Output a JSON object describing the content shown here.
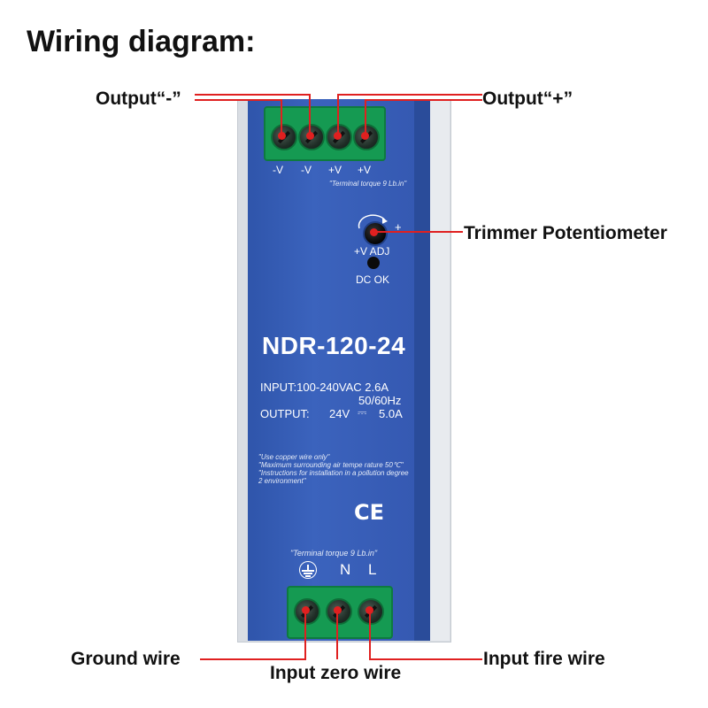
{
  "title": "Wiring diagram:",
  "callouts": {
    "output_minus": "Output“-”",
    "output_plus": "Output“+”",
    "trimmer": "Trimmer Potentiometer",
    "ground": "Ground wire",
    "input_zero": "Input zero wire",
    "input_fire": "Input fire wire"
  },
  "device": {
    "top_terminals": [
      "-V",
      "-V",
      "+V",
      "+V"
    ],
    "top_torque": "\"Terminal torque 9 Lb.in\"",
    "adj_plus": "+",
    "adj_label": "+V ADJ",
    "led_label": "DC OK",
    "model": "NDR-120-24",
    "input_line": "INPUT:100-240VAC  2.6A",
    "freq_line": "50/60Hz",
    "output_label": "OUTPUT:",
    "output_voltage": "24V",
    "output_dc_symbol": "⎓",
    "output_current": "5.0A",
    "notes": [
      "\"Use copper wire only\"",
      "\"Maximum surrounding air tempe rature 50℃\"",
      "\"Instructions for installation in a pollution degree",
      "2 environment\""
    ],
    "ce_mark": "CE",
    "bottom_torque": "\"Terminal torque 9 Lb.in\"",
    "bottom_terminals": [
      "N",
      "L"
    ]
  },
  "colors": {
    "device_blue": "#3559b2",
    "terminal_green": "#159a52",
    "wire_red": "#e02020"
  },
  "icons": [
    "ground-symbol-icon",
    "ce-mark-icon",
    "rotate-arrow-icon"
  ]
}
